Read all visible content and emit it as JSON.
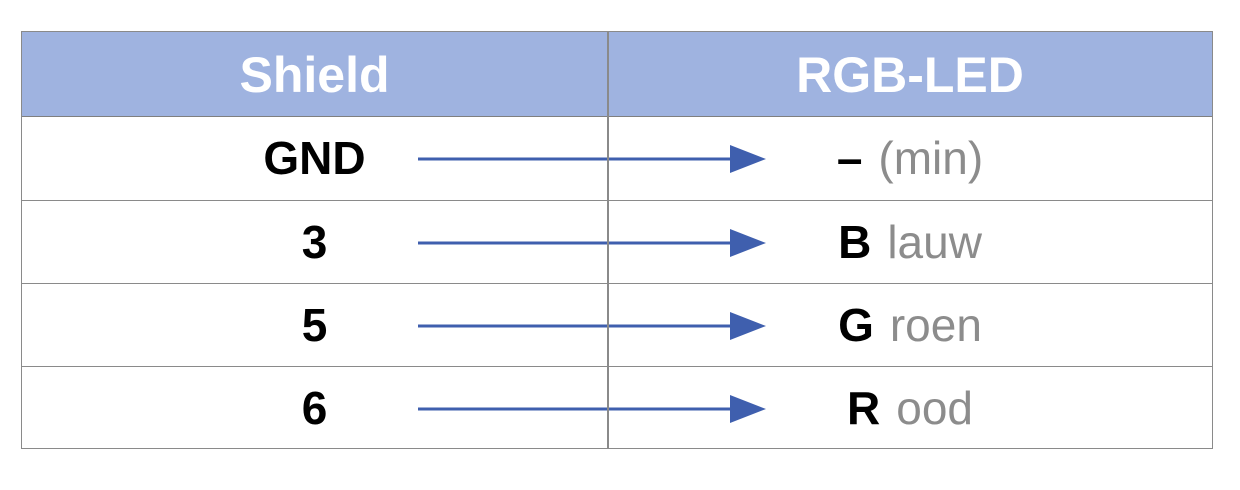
{
  "table": {
    "headers": {
      "left": "Shield",
      "right": "RGB-LED"
    },
    "rows": [
      {
        "pin": "GND",
        "key": "–",
        "rest": "(min)"
      },
      {
        "pin": "3",
        "key": "B",
        "rest": "lauw"
      },
      {
        "pin": "5",
        "key": "G",
        "rest": "roen"
      },
      {
        "pin": "6",
        "key": "R",
        "rest": "ood"
      }
    ]
  },
  "colors": {
    "header_bg": "#9fb3e0",
    "header_text": "#ffffff",
    "arrow": "#3f5fae",
    "suffix_text": "#8c8c8c",
    "border": "#8a8a8a"
  },
  "icons": {
    "arrow": "right-arrow-icon"
  }
}
